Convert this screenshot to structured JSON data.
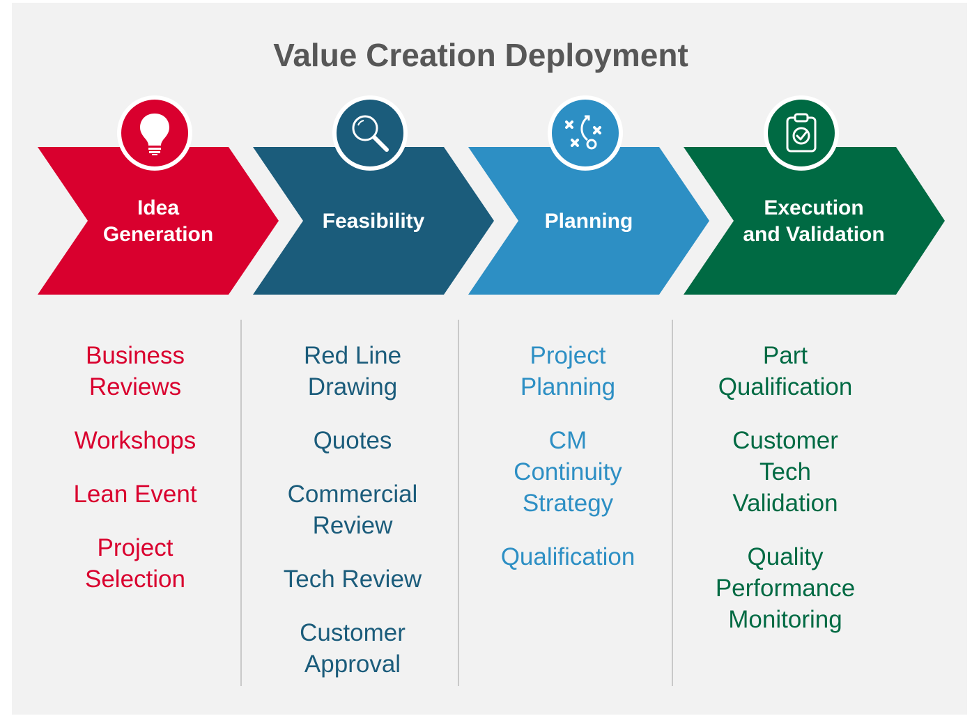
{
  "title": "Value Creation Deployment",
  "colors": {
    "idea": "#d9002e",
    "feasibility": "#1b5c7b",
    "planning": "#2d8fc4",
    "execution": "#006a43"
  },
  "stages": [
    {
      "label": "Idea\nGeneration",
      "icon": "lightbulb-icon",
      "items": [
        "Business\nReviews",
        "Workshops",
        "Lean Event",
        "Project\nSelection"
      ]
    },
    {
      "label": "Feasibility",
      "icon": "magnifier-icon",
      "items": [
        "Red Line\nDrawing",
        "Quotes",
        "Commercial\nReview",
        "Tech Review",
        "Customer\nApproval"
      ]
    },
    {
      "label": "Planning",
      "icon": "strategy-play-icon",
      "items": [
        "Project\nPlanning",
        "CM\nContinuity\nStrategy",
        "Qualification"
      ]
    },
    {
      "label": "Execution\nand Validation",
      "icon": "clipboard-check-icon",
      "items": [
        "Part\nQualification",
        "Customer\nTech\nValidation",
        "Quality\nPerformance\nMonitoring"
      ]
    }
  ]
}
